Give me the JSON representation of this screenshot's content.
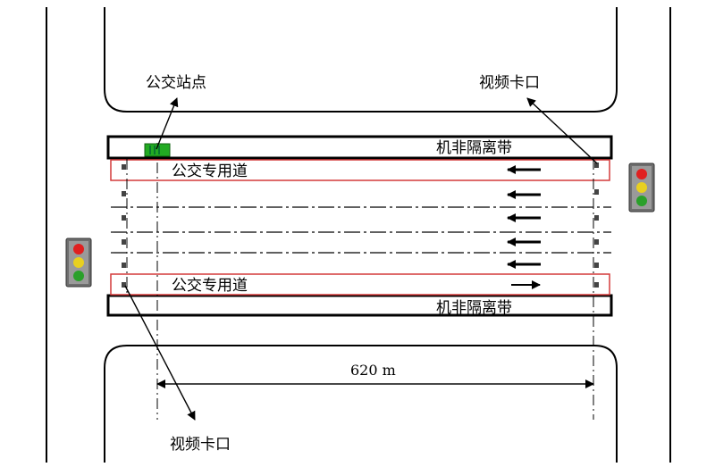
{
  "labels": {
    "bus_stop": "公交站点",
    "camera_top": "视频卡口",
    "camera_bottom": "视频卡口",
    "separator_top": "机非隔离带",
    "separator_bottom": "机非隔离带",
    "bus_lane_top": "公交专用道",
    "bus_lane_bottom": "公交专用道",
    "distance": "620 m"
  },
  "traffic_lights": {
    "colors": [
      "#e02020",
      "#e8d020",
      "#2aa02a"
    ],
    "housing_color": "#6e6e6e"
  },
  "colors": {
    "bus_lane_border": "#d43a3a",
    "bus_stop": "#22aa22",
    "line": "#000000"
  },
  "lane_arrows": [
    "left",
    "left",
    "left",
    "left",
    "left",
    "right"
  ]
}
